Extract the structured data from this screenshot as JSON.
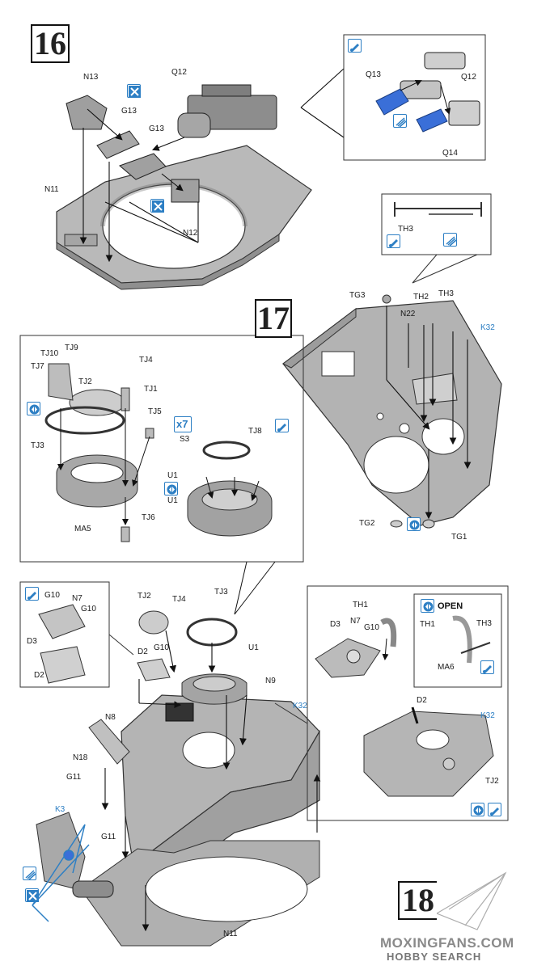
{
  "steps": {
    "step16": "16",
    "step17": "17",
    "step18": "18"
  },
  "colors": {
    "part_gray": "#b5b5b5",
    "part_dark": "#8a8a8a",
    "accent_blue": "#2d7fc4",
    "metal_blue": "#3a6fd8"
  },
  "icons": [
    "glue-icon",
    "remove-icon",
    "paint-icon",
    "turn-over-icon",
    "repeat-icon",
    "open-icon"
  ],
  "step16_labels": {
    "n13": "N13",
    "q12": "Q12",
    "g13a": "G13",
    "g13b": "G13",
    "n11": "N11",
    "n12": "N12"
  },
  "step16_inset_labels": {
    "q13": "Q13",
    "q12": "Q12",
    "q14": "Q14"
  },
  "step17_labels": {
    "th3_inset": "TH3",
    "tg3": "TG3",
    "th2": "TH2",
    "th3": "TH3",
    "n22": "N22",
    "k32": "K32",
    "tg2": "TG2",
    "tg1": "TG1"
  },
  "step17_inset_labels": {
    "tj10": "TJ10",
    "tj9": "TJ9",
    "tj7": "TJ7",
    "tj4": "TJ4",
    "tj2": "TJ2",
    "tj1": "TJ1",
    "tj3": "TJ3",
    "tj5": "TJ5",
    "ma5": "MA5",
    "tj6": "TJ6",
    "repeat_count": "x7",
    "s3": "S3",
    "tj8": "TJ8",
    "u1a": "U1",
    "u1b": "U1"
  },
  "step18_labels": {
    "g10a": "G10",
    "n7": "N7",
    "g10b": "G10",
    "d3": "D3",
    "d2_small": "D2",
    "tj2": "TJ2",
    "tj4": "TJ4",
    "tj3": "TJ3",
    "d2": "D2",
    "g10c": "G10",
    "u1": "U1",
    "n9": "N9",
    "n8": "N8",
    "k32": "K32",
    "n18": "N18",
    "g11a": "G11",
    "k3": "K3",
    "g11b": "G11",
    "n11": "N11"
  },
  "step18_inset_labels": {
    "th1": "TH1",
    "d3": "D3",
    "n7": "N7",
    "g10": "G10",
    "open": "OPEN",
    "th1b": "TH1",
    "th3": "TH3",
    "ma6": "MA6",
    "d2": "D2",
    "k32": "K32",
    "tj2": "TJ2"
  },
  "watermark": {
    "line1": "MOXINGFANS.COM",
    "line2": "HOBBY SEARCH"
  }
}
